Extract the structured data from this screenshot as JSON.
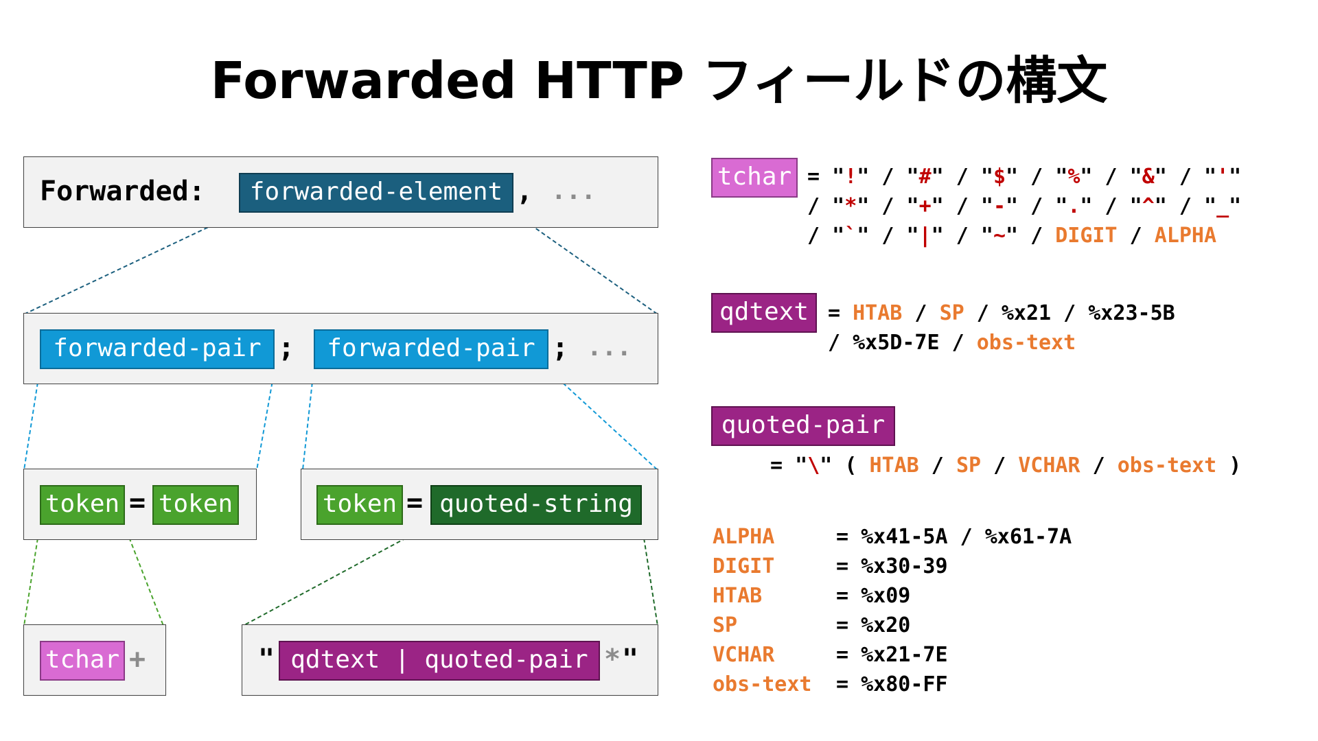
{
  "title": "Forwarded HTTP フィールドの構文",
  "tree": {
    "header_label": "Forwarded:",
    "forwarded_element": "forwarded-element",
    "comma": ",",
    "ellipsis": "...",
    "forwarded_pair": "forwarded-pair",
    "semicolon": ";",
    "token": "token",
    "equals": "=",
    "quoted_string": "quoted-string",
    "tchar": "tchar",
    "plus": "+",
    "quote": "\"",
    "qdtext_or_pair": "qdtext | quoted-pair",
    "star": "*"
  },
  "grammar": {
    "tchar": {
      "name": "tchar",
      "line1": "= \"!\" / \"#\" / \"$\" / \"%\" / \"&\" / \"'\"",
      "line2": "/ \"*\" / \"+\" / \"-\" / \".\" / \"^\" / \"_\"",
      "line3_prefix": "/ \"`\" / \"|\" / \"~\" / ",
      "line3_digit": "DIGIT",
      "line3_sep": " / ",
      "line3_alpha": "ALPHA"
    },
    "qdtext": {
      "name": "qdtext",
      "eq": "= ",
      "htab": "HTAB",
      "sep": " / ",
      "sp": "SP",
      "rest1": " / %x21 / %x23-5B",
      "line2_prefix": "/ %x5D-7E / ",
      "obs_text": "obs-text"
    },
    "quoted_pair": {
      "name": "quoted-pair",
      "eq": "= \"",
      "backslash": "\\",
      "open": "\" ( ",
      "htab": "HTAB",
      "sep": " / ",
      "sp": "SP",
      "vchar": "VCHAR",
      "obs_text": "obs-text",
      "close": " )"
    },
    "core_rules": [
      {
        "name": "ALPHA",
        "value": "= %x41-5A / %x61-7A"
      },
      {
        "name": "DIGIT",
        "value": "= %x30-39"
      },
      {
        "name": "HTAB",
        "value": "= %x09"
      },
      {
        "name": "SP",
        "value": "= %x20"
      },
      {
        "name": "VCHAR",
        "value": "= %x21-7E"
      },
      {
        "name": "obs-text",
        "value": "= %x80-FF"
      }
    ]
  },
  "colors": {
    "forwarded_element": "#1b5f7e",
    "forwarded_pair": "#1199d6",
    "token": "#4aa32d",
    "quoted_string": "#1f6a2a",
    "tchar": "#d96bd3",
    "qdtext": "#9b2485",
    "literal_red": "#c00000",
    "rule_orange": "#e97a2f"
  }
}
